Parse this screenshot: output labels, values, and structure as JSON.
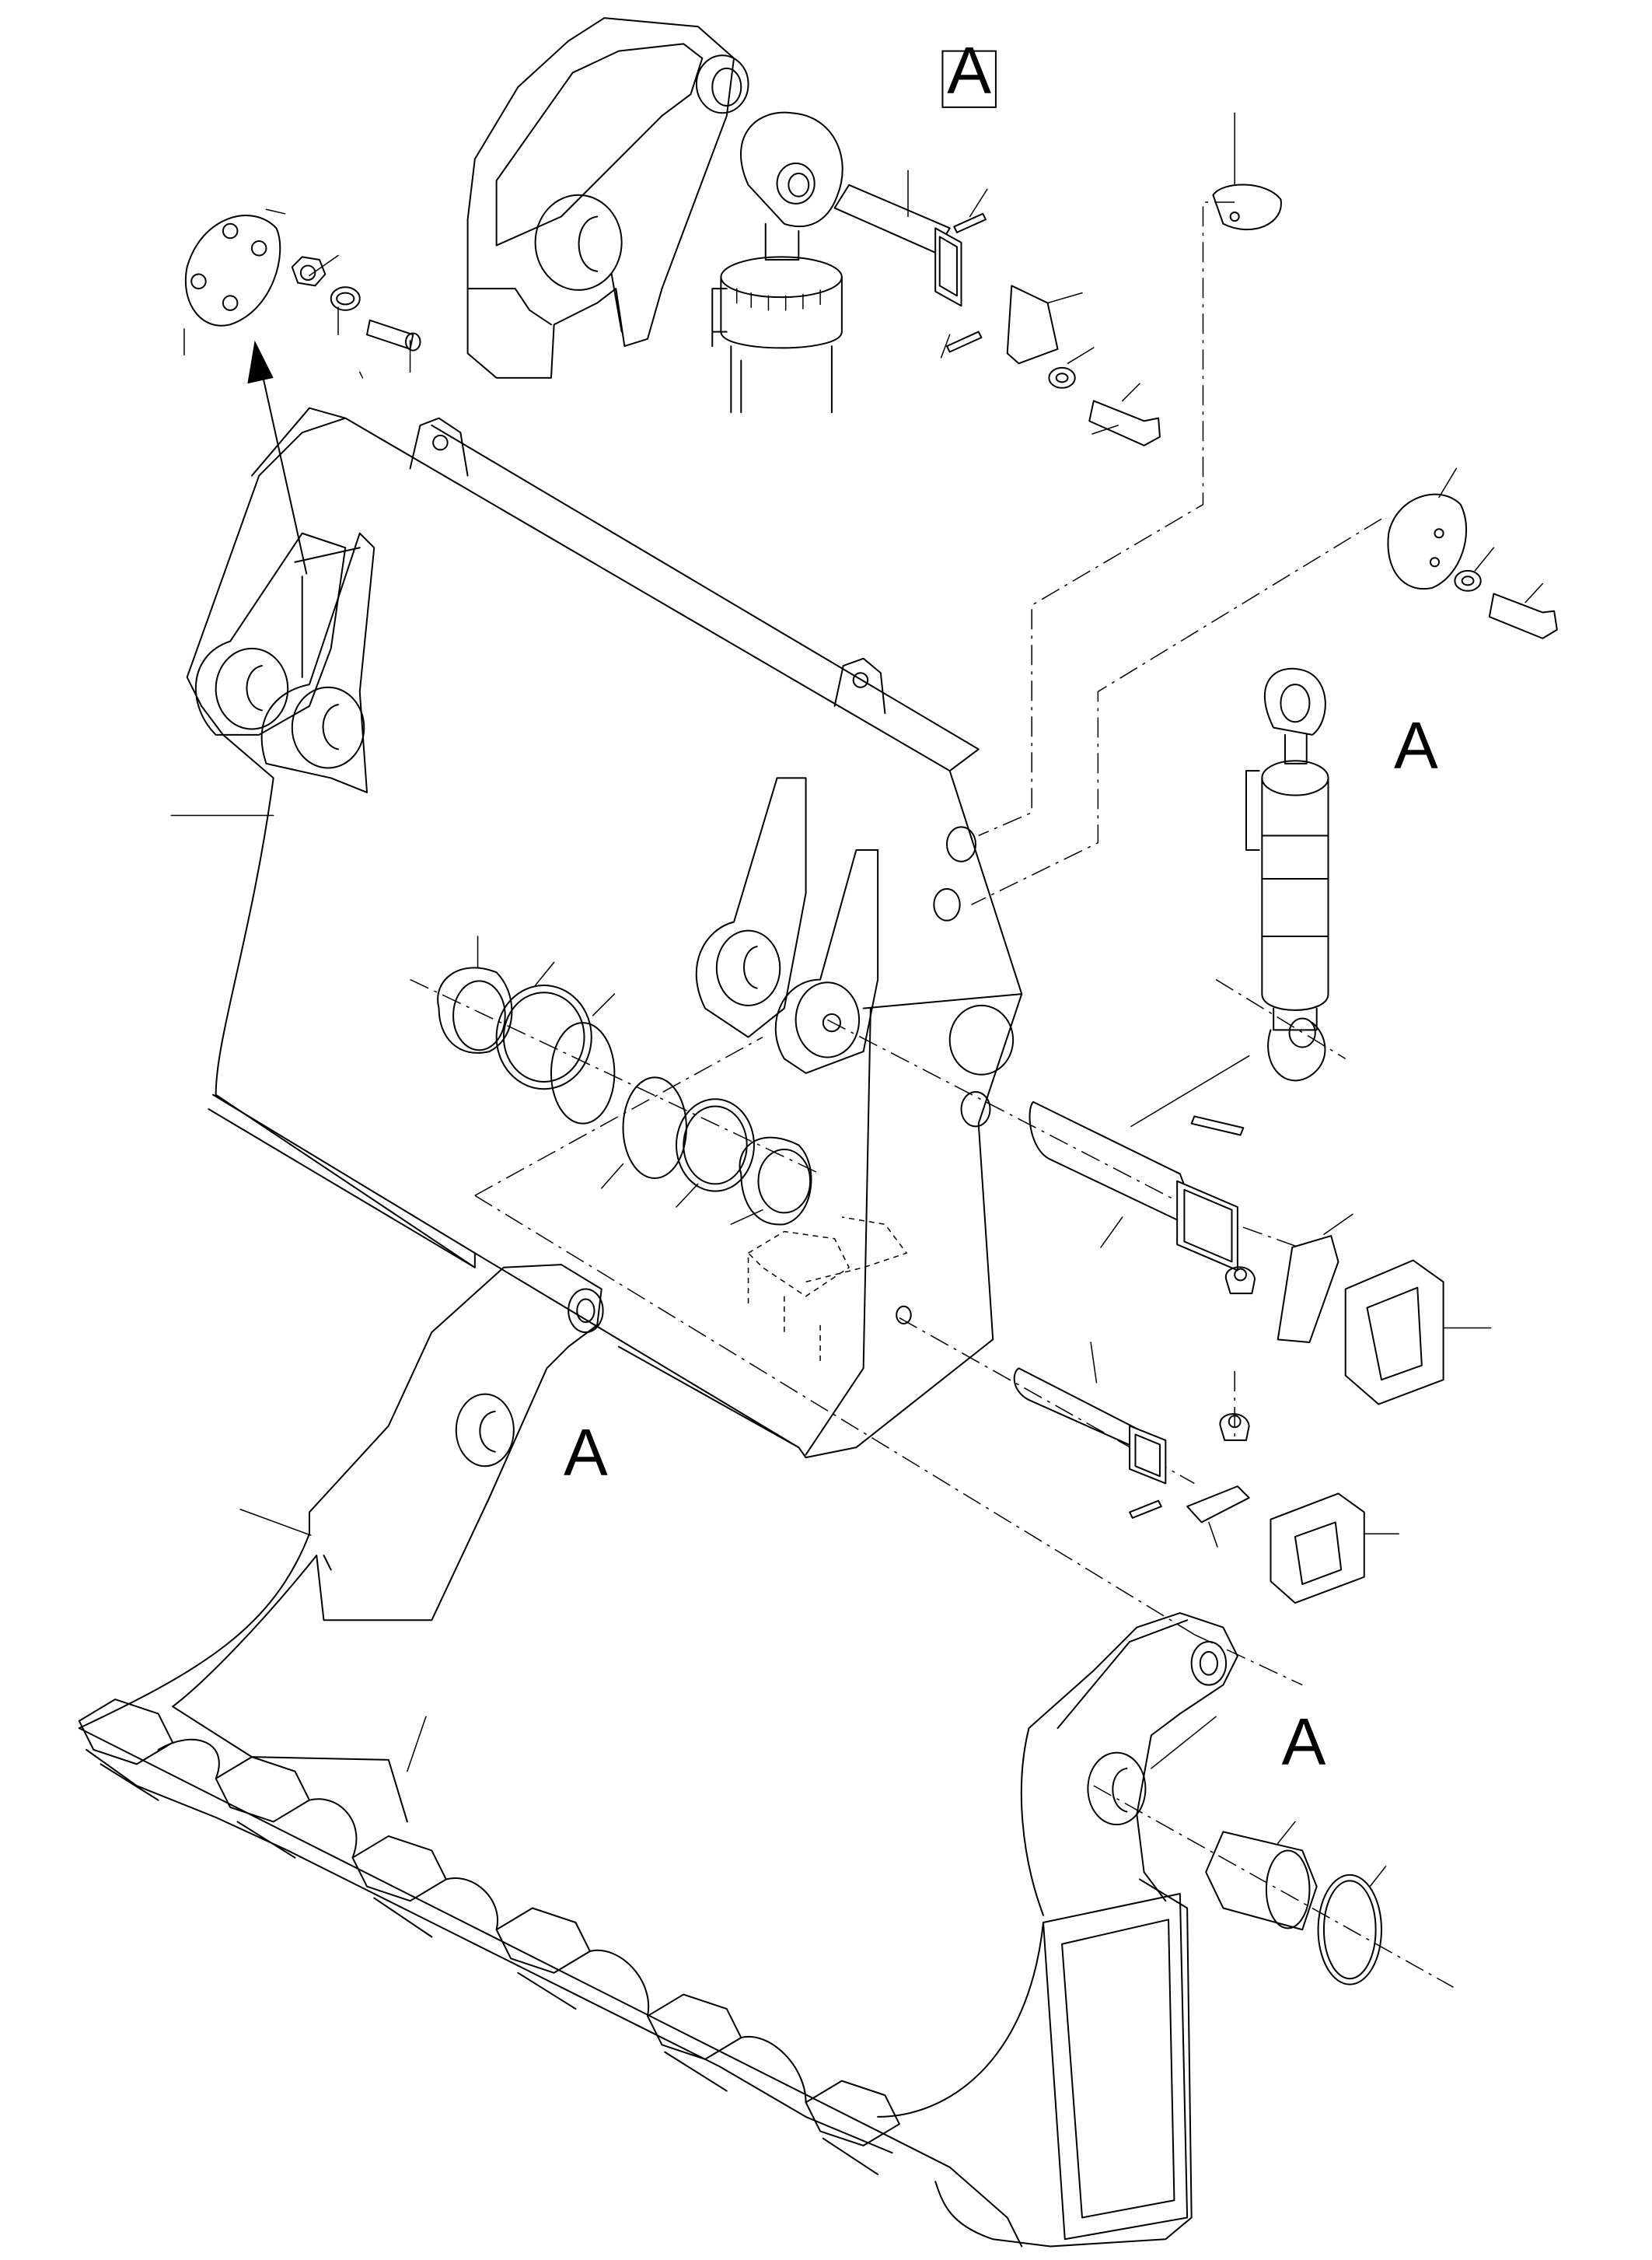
{
  "view_labels": {
    "boxed": "A",
    "cylinder": "A",
    "arm_left": "A",
    "arm_right": "A"
  },
  "colors": {
    "line": "#000000",
    "background": "#ffffff"
  }
}
